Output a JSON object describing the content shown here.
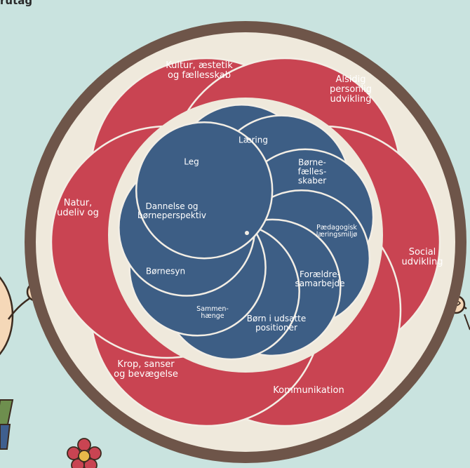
{
  "corner_title": "rutag",
  "outer_petals": [
    {
      "label": "Kultur, æstetik\nog fællesskab"
    },
    {
      "label": "Alsidig\npersonlig\nudvikling"
    },
    {
      "label": "Natur,\nudeliv og"
    },
    {
      "label": "Social\nudvikling"
    },
    {
      "label": "Krop, sanser\nog bevægelse"
    },
    {
      "label": "Kommunikation"
    }
  ],
  "inner_petals": [
    {
      "label": "Læring"
    },
    {
      "label": "Børne-\nfælles-\nskaber"
    },
    {
      "label": "Leg"
    },
    {
      "label": "Dannelse og\nbørneperspektiv"
    },
    {
      "label": "Pædagogisk\nlæringsmiljø"
    },
    {
      "label": "Forældre-\nsamarbejde"
    },
    {
      "label": "Børnesyn"
    },
    {
      "label": "Sammen-\nhænge"
    },
    {
      "label": "Børn i udsatte\npositioner"
    }
  ],
  "colors": {
    "background": "#c9e3df",
    "ring": "#6e5549",
    "ring_inner": "#efe9dc",
    "outer_petal": "#c94452",
    "inner_petal": "#3d5e85",
    "petal_line": "#f3eee5",
    "text": "#ffffff"
  }
}
